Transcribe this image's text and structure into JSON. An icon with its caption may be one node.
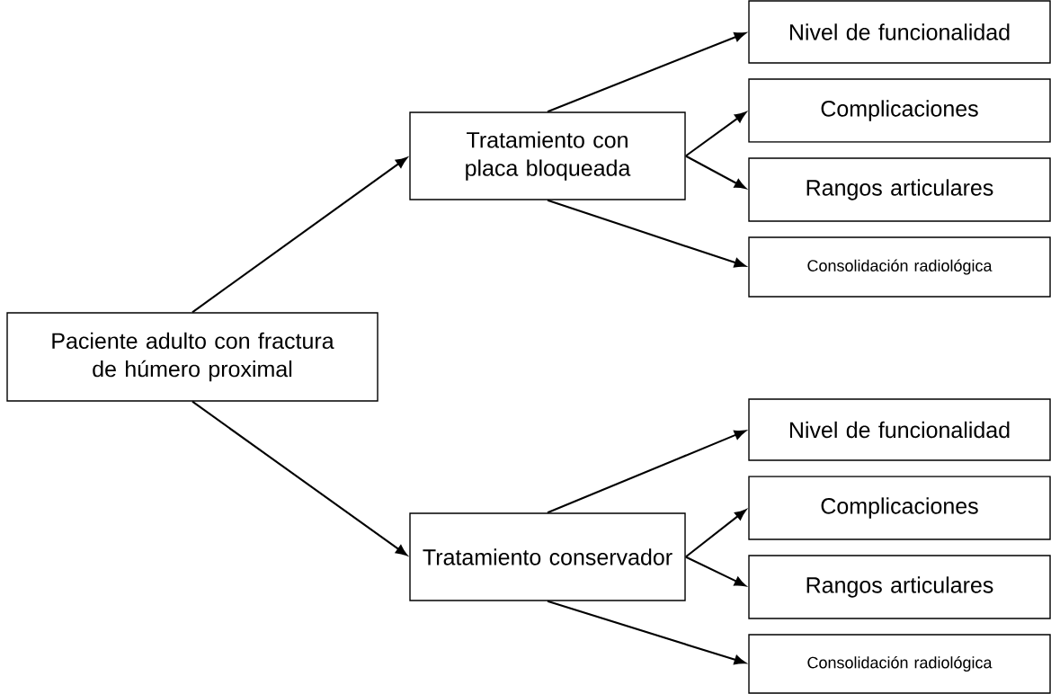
{
  "diagram": {
    "nodes": [
      {
        "text": [
          "Paciente adulto con fractura de húmero proximal"
        ]
      },
      {
        "text": [
          "Tratamiento con placa bloqueada"
        ]
      },
      {
        "text": [
          "Nivel de funcionalidad"
        ]
      },
      {
        "text": [
          "Complicaciones"
        ]
      },
      {
        "text": [
          "Rangos articulares"
        ]
      },
      {
        "text": [
          "Consolidación radiológica"
        ]
      },
      {
        "text": [
          "Tratamiento conservador"
        ]
      },
      {
        "text": [
          "Nivel de funcionalidad"
        ]
      },
      {
        "text": [
          "Complicaciones"
        ]
      },
      {
        "text": [
          "Rangos articulares"
        ]
      },
      {
        "text": [
          "Consolidación radiológica"
        ]
      }
    ],
    "edges": [
      {
        "from": 0,
        "to": 1,
        "arrow": "to"
      },
      {
        "from": 0,
        "to": 6,
        "arrow": "to"
      },
      {
        "from": 1,
        "to": 2,
        "arrow": "to"
      },
      {
        "from": 1,
        "to": 3,
        "arrow": "to"
      },
      {
        "from": 1,
        "to": 4,
        "arrow": "to"
      },
      {
        "from": 1,
        "to": 5,
        "arrow": "to"
      },
      {
        "from": 6,
        "to": 7,
        "arrow": "to"
      },
      {
        "from": 6,
        "to": 8,
        "arrow": "to"
      },
      {
        "from": 6,
        "to": 9,
        "arrow": "to"
      },
      {
        "from": 6,
        "to": 10,
        "arrow": "to"
      }
    ]
  }
}
